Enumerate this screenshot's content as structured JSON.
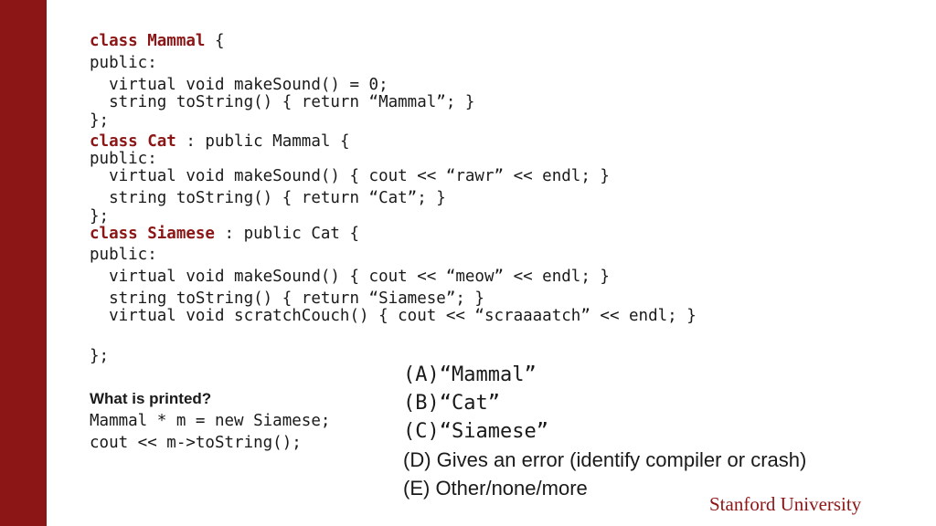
{
  "code": {
    "l1_kw": "class Mammal",
    "l1_rest": " {",
    "l2": "public:",
    "l3": "  virtual void makeSound() = 0;",
    "l4": "  string toString() { return “Mammal”; }",
    "l5": "};",
    "l6_kw": "class Cat",
    "l6_rest": " : public Mammal {",
    "l7": "public:",
    "l8": "  virtual void makeSound() { cout << “rawr” << endl; }",
    "l9": "  string toString() { return “Cat”; }",
    "l10": "};",
    "l11_kw": "class Siamese",
    "l11_rest": " : public Cat {",
    "l12": "public:",
    "l13": "  virtual void makeSound() { cout << “meow” << endl; }",
    "l14": "  string toString() { return “Siamese”; }",
    "l15": "  virtual void scratchCouch() { cout << “scraaaatch” << endl; }",
    "l16": "};"
  },
  "question": {
    "title": "What is printed?",
    "line1": "Mammal * m = new Siamese;",
    "line2": "cout << m->toString();"
  },
  "options": {
    "a": "(A)“Mammal”",
    "b": "(B)“Cat”",
    "c": "(C)“Siamese”",
    "d": "(D) Gives an error (identify compiler or crash)",
    "e": "(E) Other/none/more"
  },
  "footer": {
    "logo": "Stanford University"
  },
  "colors": {
    "accent": "#8c1515"
  }
}
